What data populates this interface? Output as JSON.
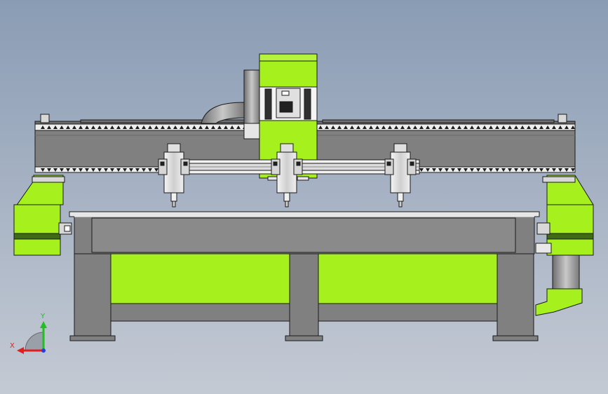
{
  "viewport": {
    "background_top": "#8a9cb4",
    "background_bottom": "#c4cad4"
  },
  "colors": {
    "accent_green": "#a6f01e",
    "dark_green": "#3f6b16",
    "frame_gray": "#808080",
    "frame_dark": "#5a5a5a",
    "steel_light": "#d8d8d8",
    "outline": "#1a1a1a"
  },
  "spindles": {
    "count": 3
  },
  "triad": {
    "x_label": "X",
    "y_label": "Y",
    "x_color": "#e02020",
    "y_color": "#20c020",
    "z_color": "#2040e0"
  }
}
